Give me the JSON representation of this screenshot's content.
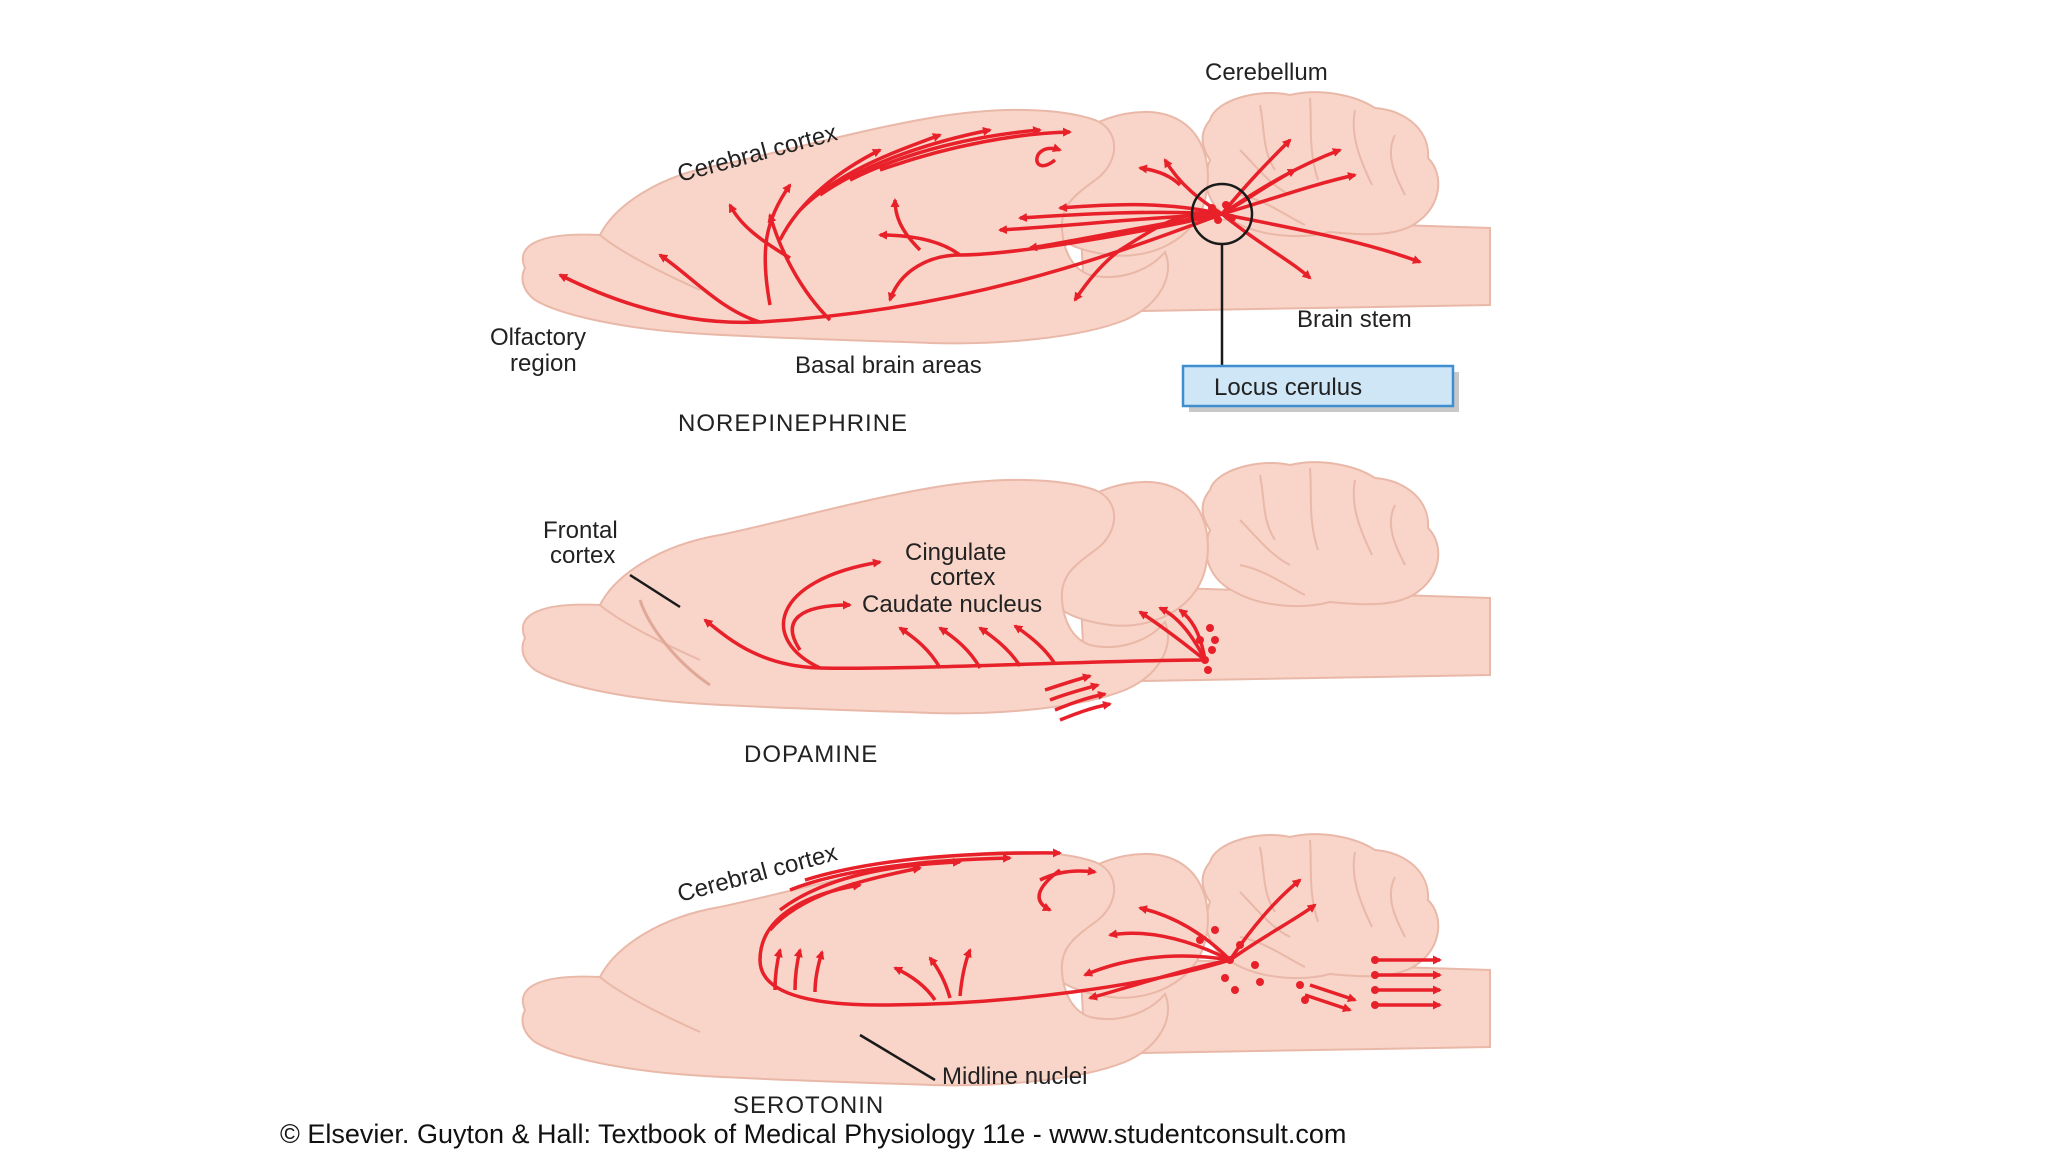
{
  "colors": {
    "tissue": "#f8d5c8",
    "tissue_line": "#e9b8a8",
    "pathway": "#e8202a",
    "callout_fill": "#cfe6f7",
    "callout_border": "#3f8fd0",
    "leader": "#1a1a1a"
  },
  "icons": [
    "brain-outline",
    "cerebellum-shape",
    "brainstem-shape",
    "pathway-arrow"
  ],
  "panels": {
    "norepinephrine": {
      "title": "NOREPINEPHRINE",
      "labels": {
        "cerebellum": "Cerebellum",
        "cerebral_cortex": "Cerebral cortex",
        "olfactory_1": "Olfactory",
        "olfactory_2": "region",
        "basal": "Basal brain areas",
        "brain_stem": "Brain stem",
        "locus": "Locus cerulus"
      }
    },
    "dopamine": {
      "title": "DOPAMINE",
      "labels": {
        "frontal_1": "Frontal",
        "frontal_2": "cortex",
        "cingulate_1": "Cingulate",
        "cingulate_2": "cortex",
        "caudate": "Caudate nucleus"
      }
    },
    "serotonin": {
      "title": "SEROTONIN",
      "labels": {
        "cerebral_cortex": "Cerebral cortex",
        "midline": "Midline nuclei"
      }
    }
  },
  "caption": "© Elsevier. Guyton & Hall: Textbook of Medical Physiology 11e - www.studentconsult.com"
}
